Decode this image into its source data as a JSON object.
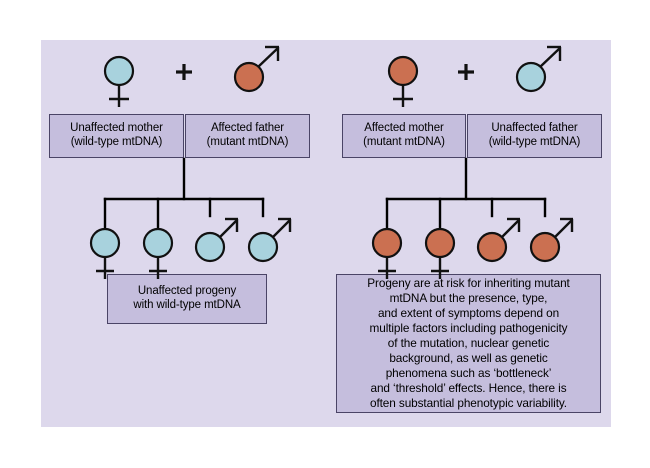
{
  "figure": {
    "title": "Mitochondrial (mtDNA) inheritance pedigree diagram",
    "panel_background": "#ddd8ec",
    "box_fill": "#c5bedd",
    "box_border": "#4a4466",
    "colors": {
      "unaffected": "#a8d2dd",
      "affected": "#cb7051",
      "line": "#111111"
    }
  },
  "pedigrees": {
    "left": {
      "name": "affected-father-pedigree",
      "cross_symbol": "+",
      "parents": [
        {
          "role": "mother",
          "sex": "female",
          "status": "unaffected",
          "color": "#a8d2dd",
          "label_line1": "Unaffected mother",
          "label_line2": "(wild-type mtDNA)"
        },
        {
          "role": "father",
          "sex": "male",
          "status": "affected",
          "color": "#cb7051",
          "label_line1": "Affected father",
          "label_line2": "(mutant mtDNA)"
        }
      ],
      "progeny": [
        {
          "sex": "female",
          "status": "unaffected",
          "color": "#a8d2dd"
        },
        {
          "sex": "female",
          "status": "unaffected",
          "color": "#a8d2dd"
        },
        {
          "sex": "male",
          "status": "unaffected",
          "color": "#a8d2dd"
        },
        {
          "sex": "male",
          "status": "unaffected",
          "color": "#a8d2dd"
        }
      ],
      "progeny_caption": {
        "line1": "Unaffected progeny",
        "line2": "with wild-type mtDNA"
      }
    },
    "right": {
      "name": "affected-mother-pedigree",
      "cross_symbol": "+",
      "parents": [
        {
          "role": "mother",
          "sex": "female",
          "status": "affected",
          "color": "#cb7051",
          "label_line1": "Affected mother",
          "label_line2": "(mutant mtDNA)"
        },
        {
          "role": "father",
          "sex": "male",
          "status": "unaffected",
          "color": "#a8d2dd",
          "label_line1": "Unaffected father",
          "label_line2": "(wild-type mtDNA)"
        }
      ],
      "progeny": [
        {
          "sex": "female",
          "status": "affected",
          "color": "#cb7051"
        },
        {
          "sex": "female",
          "status": "affected",
          "color": "#cb7051"
        },
        {
          "sex": "male",
          "status": "affected",
          "color": "#cb7051"
        },
        {
          "sex": "male",
          "status": "affected",
          "color": "#cb7051"
        }
      ],
      "progeny_caption": {
        "line1": "Progeny are at risk for inheriting mutant",
        "line2": "mtDNA but the  presence, type,",
        "line3": "and extent of symptoms depend on",
        "line4": "multiple factors including pathogenicity",
        "line5": "of the mutation, nuclear genetic",
        "line6": "background, as well as genetic",
        "line7": "phenomena such as ‘bottleneck’",
        "line8": "and ‘threshold’ effects.  Hence, there is",
        "line9": "often substantial phenotypic variability."
      }
    }
  }
}
